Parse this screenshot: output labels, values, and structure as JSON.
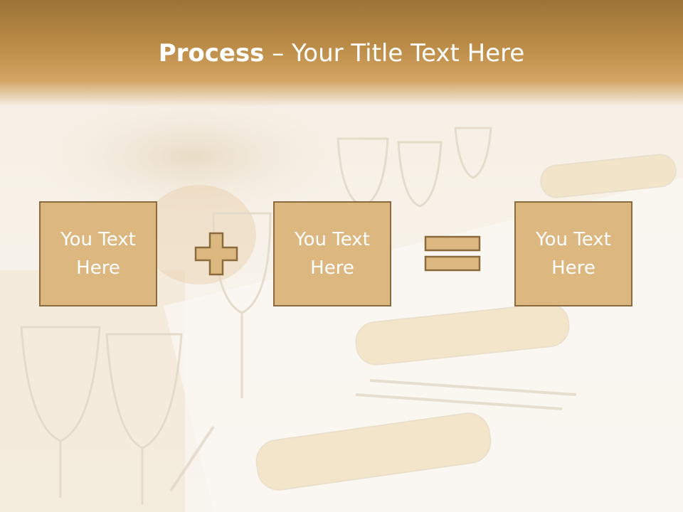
{
  "slide": {
    "title_bold": "Process",
    "title_rest": " – Your Title Text Here",
    "boxes": [
      {
        "text": "You Text Here"
      },
      {
        "text": "You Text Here"
      },
      {
        "text": "You Text Here"
      }
    ],
    "operators": [
      "plus-icon",
      "equals-icon"
    ],
    "colors": {
      "header": "#b88a45",
      "box_fill": "#dcb77f",
      "box_border": "#8b6a3e",
      "text": "#ffffff"
    }
  }
}
